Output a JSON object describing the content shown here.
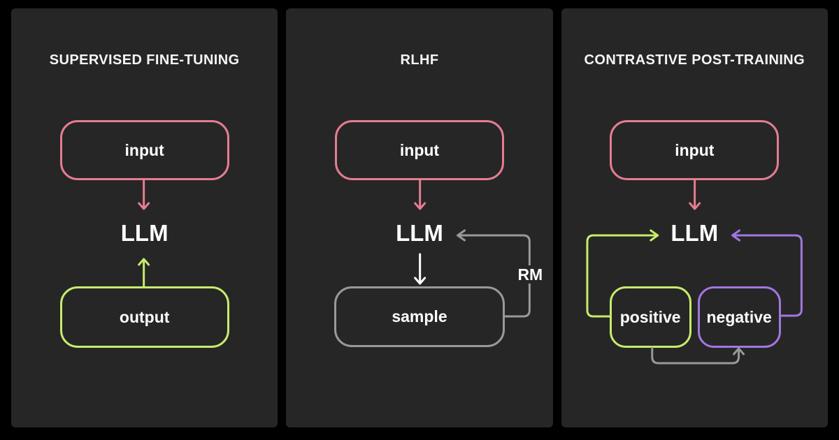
{
  "colors": {
    "page_bg": "#000000",
    "panel_bg": "#262626",
    "text": "#ffffff",
    "pink": "#e57d91",
    "green": "#c6ec6c",
    "purple": "#a177e0",
    "gray": "#999999"
  },
  "panels": [
    {
      "title": "SUPERVISED FINE-TUNING",
      "nodes": {
        "input": "input",
        "llm": "LLM",
        "output": "output"
      }
    },
    {
      "title": "RLHF",
      "nodes": {
        "input": "input",
        "llm": "LLM",
        "sample": "sample",
        "rm": "RM"
      }
    },
    {
      "title": "CONTRASTIVE POST-TRAINING",
      "nodes": {
        "input": "input",
        "llm": "LLM",
        "positive": "positive",
        "negative": "negative"
      }
    }
  ]
}
